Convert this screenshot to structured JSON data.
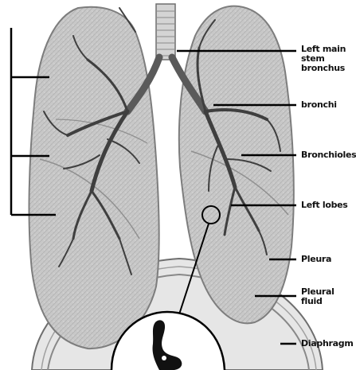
{
  "labels": {
    "left_main_stem_bronchus": "Left main stem bronchus",
    "bronchi": "bronchi",
    "bronchioles": "Bronchioles",
    "left_lobes": "Left lobes",
    "pleura": "Pleura",
    "pleural_fluid": "Pleural fluid",
    "diaphragm": "Diaphragm"
  },
  "colors": {
    "lung_fill": "#c9c9c9",
    "lung_edge": "#8a8a8a",
    "airway": "#4a4a4a",
    "label_line": "#000000",
    "diaphragm_fill": "#e4e4e4"
  }
}
